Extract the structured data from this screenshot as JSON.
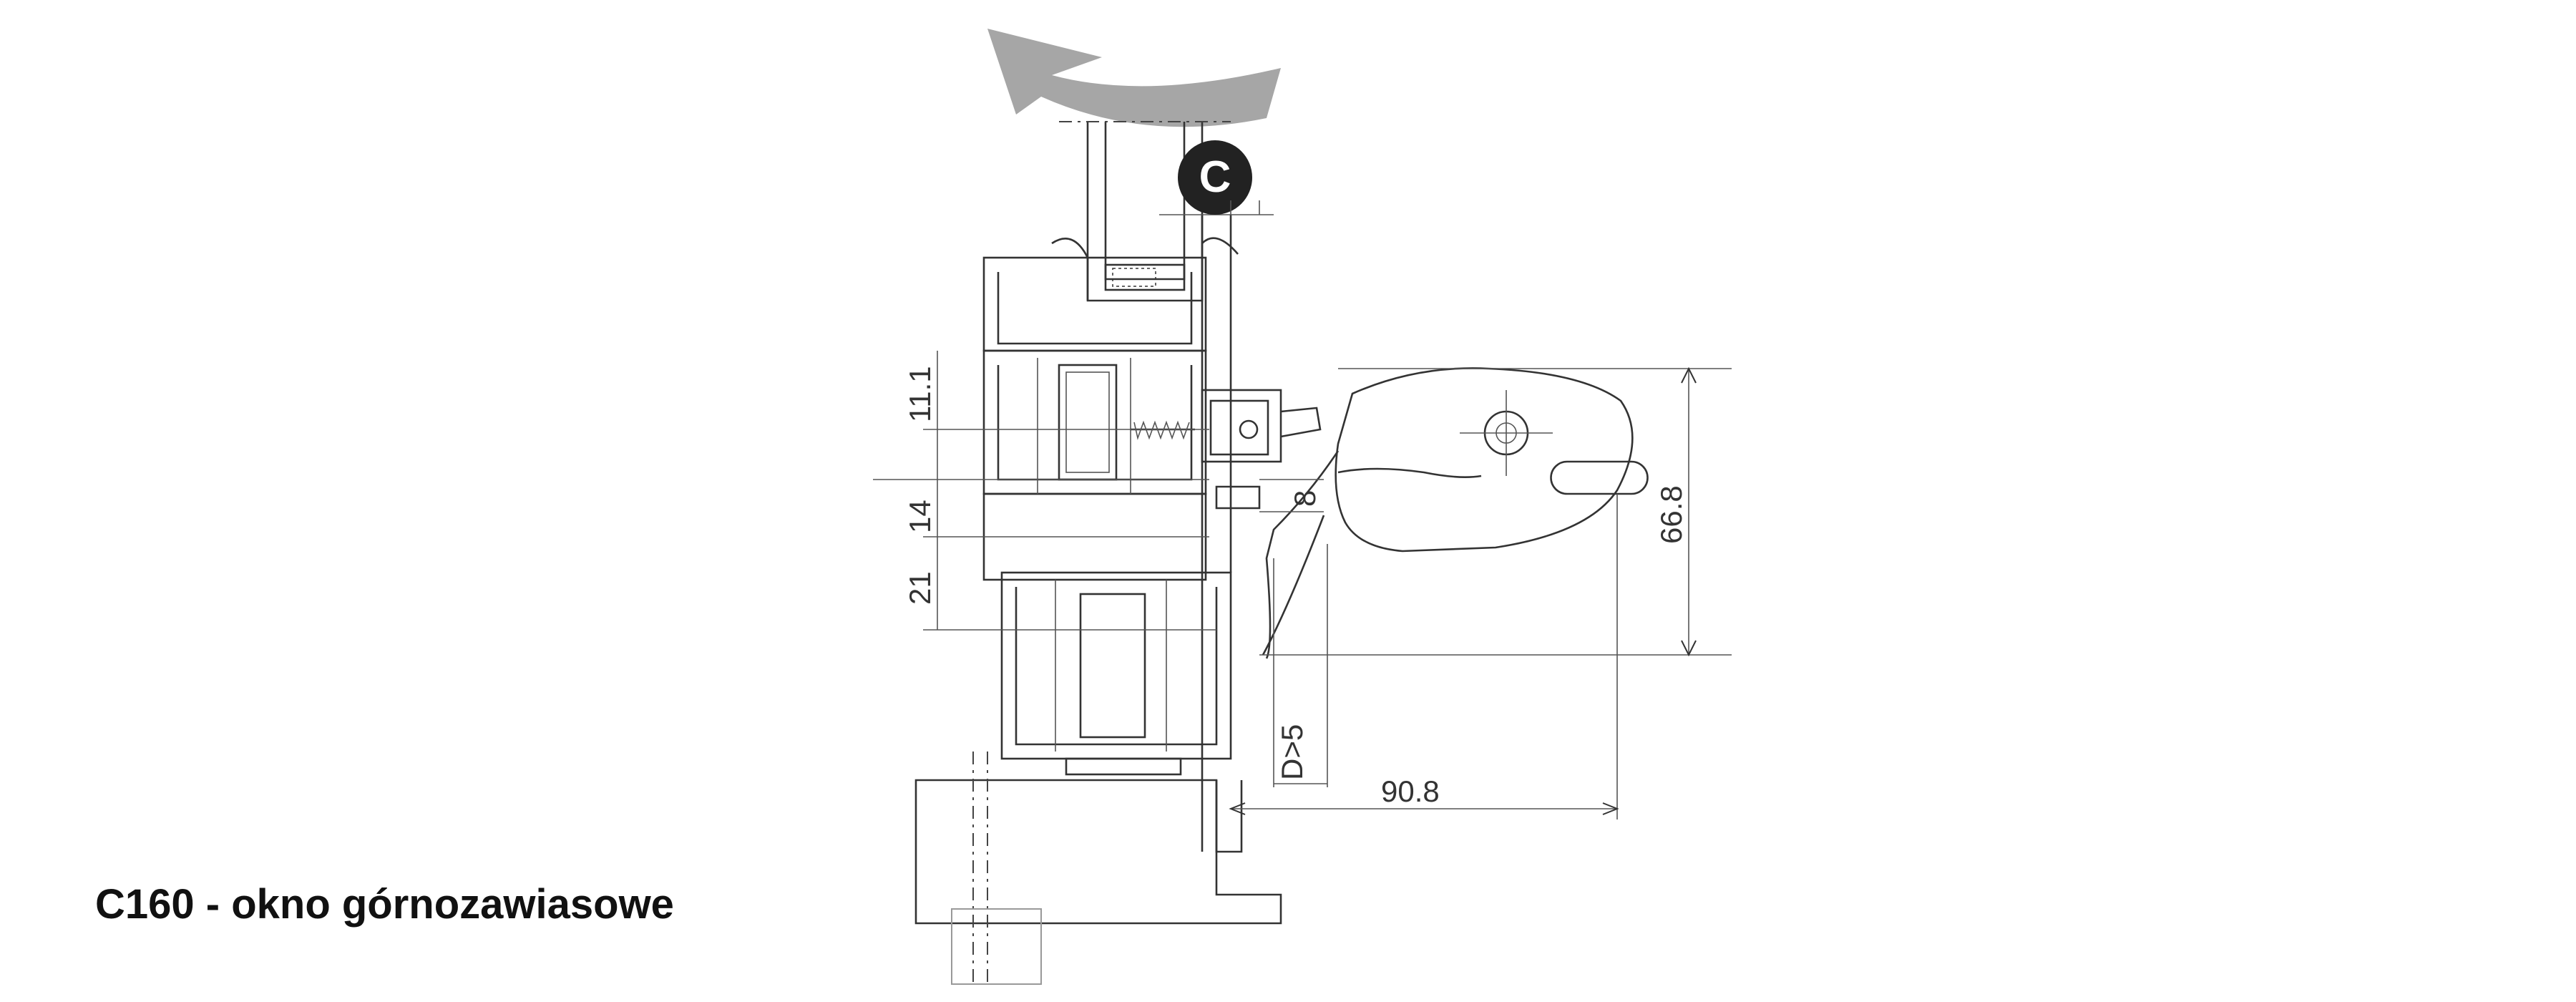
{
  "caption": "C160 - okno górnozawiasowe",
  "badge": {
    "letter": "C",
    "color": "#222222"
  },
  "arrow": {
    "color": "#a6a6a6",
    "icon": "curved-arrow-left-icon"
  },
  "dimensions": {
    "d_11_1": "11.1",
    "d_14": "14",
    "d_21": "21",
    "d_8": "8",
    "d_66_8": "66.8",
    "d_90_8": "90.8",
    "d_d5": "D>5"
  }
}
